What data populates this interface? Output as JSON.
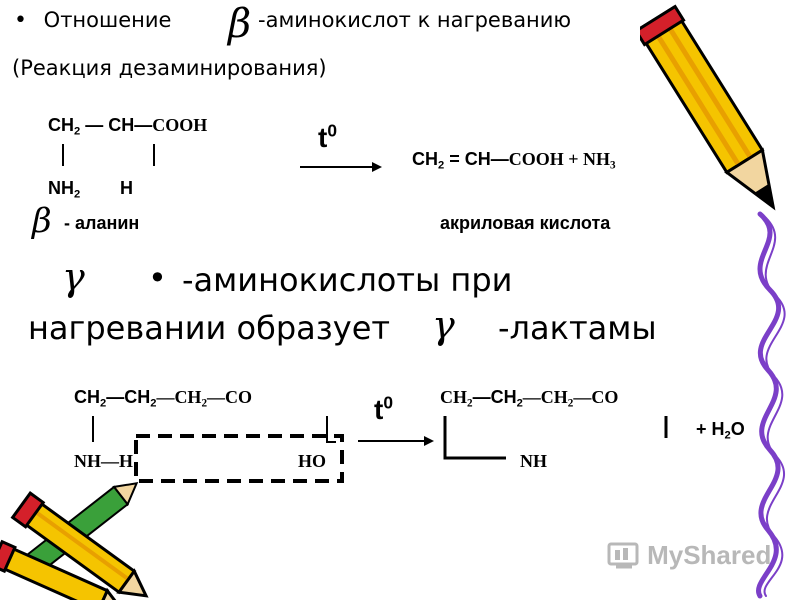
{
  "heading": {
    "bullet": "•",
    "text_before": "Отношение",
    "greek": "β",
    "text_after": "-аминокислот к нагреванию",
    "subtitle": "(Реакция дезаминирования)"
  },
  "reaction1": {
    "reactant_top_a": "CH",
    "reactant_top_a_sub": "2",
    "reactant_top_dash": " — CH—",
    "reactant_top_cooh": "COOH",
    "reactant_bottom_nh": "NH",
    "reactant_bottom_nh_sub": "2",
    "reactant_bottom_h": "H",
    "condition_t": "t",
    "condition_sup": "0",
    "product_ch": "CH",
    "product_ch_sub": "2",
    "product_eq": " = CH—",
    "product_cooh": "COOH",
    "product_plus": " + NH",
    "product_nh_sub": "3",
    "reactant_name_greek": "β",
    "reactant_name": "- аланин",
    "product_name": "акриловая кислота"
  },
  "middle": {
    "greek1": "γ",
    "bullet": "•",
    "line1": "-аминокислоты при",
    "line2_before": "нагревании образует",
    "greek2": "γ",
    "line2_after": "-лактамы"
  },
  "reaction2": {
    "r_ch_a": "CH",
    "r_sub_a": "2",
    "r_ch_b": "—CH",
    "r_sub_b": "2",
    "r_ch_c": "—CH",
    "r_sub_c": "2",
    "r_co": "—CO",
    "r_nh": "NH—",
    "r_h": "H",
    "r_ho": "HO",
    "condition_t": "t",
    "condition_sup": "0",
    "p_ch_a": "CH",
    "p_sub_a": "2",
    "p_ch_b": "—CH",
    "p_sub_b": "2",
    "p_ch_c": "—CH",
    "p_sub_c": "2",
    "p_co": "—CO",
    "p_nh": "NH",
    "p_water": "+ H",
    "p_water_sub": "2",
    "p_water_o": "O"
  },
  "watermark": {
    "text": "MyShared"
  },
  "colors": {
    "pencil_yellow": "#f5c400",
    "pencil_orange": "#e8a000",
    "pencil_red": "#d4202a",
    "pencil_green": "#3aa03a",
    "squiggle_purple": "#7b3fc8",
    "watermark_gray": "#b8b8b8"
  }
}
